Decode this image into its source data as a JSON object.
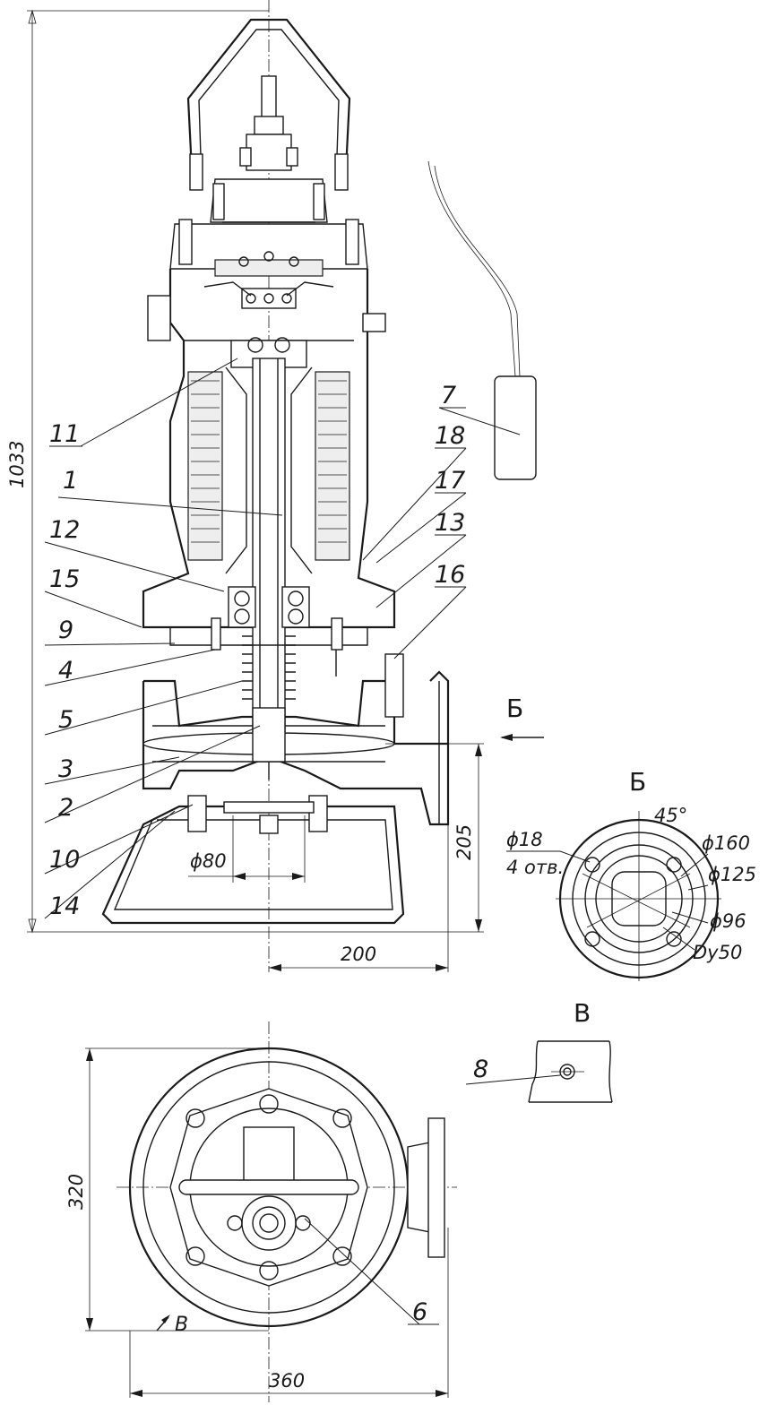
{
  "parts": {
    "p1": "1",
    "p2": "2",
    "p3": "3",
    "p4": "4",
    "p5": "5",
    "p6": "6",
    "p7": "7",
    "p8": "8",
    "p9": "9",
    "p10": "10",
    "p11": "11",
    "p12": "12",
    "p13": "13",
    "p14": "14",
    "p15": "15",
    "p16": "16",
    "p17": "17",
    "p18": "18"
  },
  "dimensions": {
    "height": "1033",
    "outlet_height": "205",
    "base_dia": "ϕ80",
    "outlet_offset": "200",
    "plan_depth": "320",
    "plan_width": "360"
  },
  "view_b": {
    "title": "Б",
    "arrow_label": "Б",
    "angle": "45°",
    "hole_dia": "ϕ18",
    "hole_count": "4 отв.",
    "d160": "ϕ160",
    "d125": "ϕ125",
    "d96": "ϕ96",
    "dn": "Dy50"
  },
  "view_v": {
    "title": "В",
    "arrow_label": "В"
  }
}
